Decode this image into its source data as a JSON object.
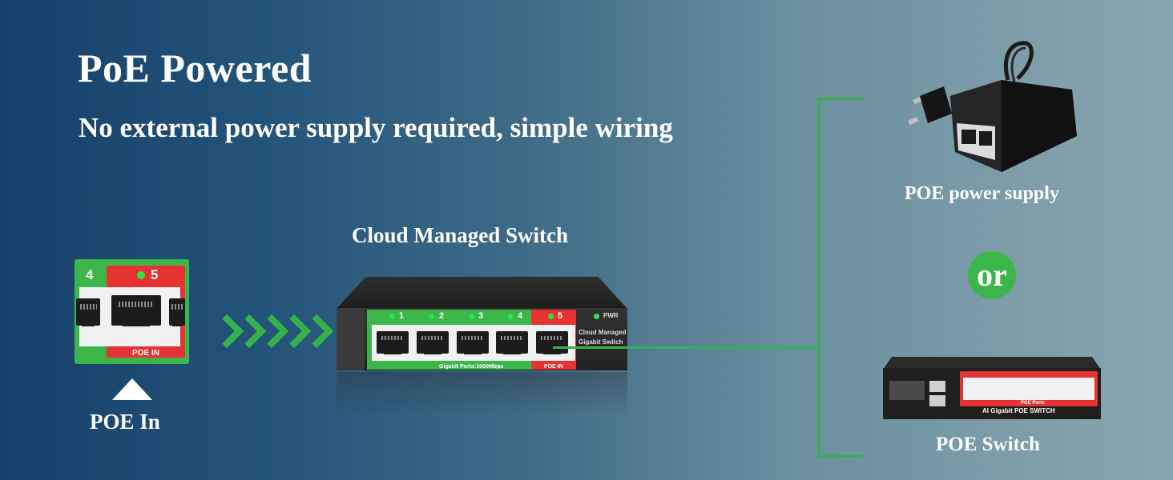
{
  "header": {
    "title": "PoE Powered",
    "subtitle": "No external power supply required, simple wiring"
  },
  "poe_in": {
    "port_left_number": "4",
    "port_right_number": "5",
    "port_tag": "POE IN",
    "caption": "POE In"
  },
  "switch": {
    "title": "Cloud Managed Switch",
    "ports": [
      "1",
      "2",
      "3",
      "4",
      "5"
    ],
    "power_label": "PWR",
    "model_line1": "Cloud Managed",
    "model_line2": "Gigabit Switch",
    "ports_tag": "Gigabit Ports:1000Mbps",
    "poe_tag": "POE IN"
  },
  "sources": {
    "power_supply_label": "POE power supply",
    "or_label": "or",
    "poe_switch_label": "POE Switch",
    "poe_switch_brand": "AI Gigabit POE SWITCH",
    "poe_switch_ports_tag": "POE Ports"
  },
  "colors": {
    "accent_green": "#3cb54a",
    "poe_red": "#e53333",
    "line_green": "#36b24a"
  }
}
